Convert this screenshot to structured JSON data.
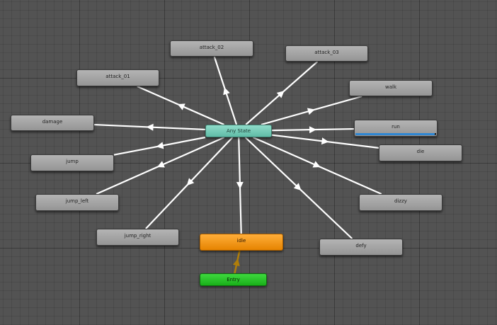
{
  "colors": {
    "transition": "#ffffff",
    "entry_transition": "#b07e0a",
    "progress": "#2f86d2"
  },
  "states": [
    {
      "id": "attack_02",
      "label": "attack_02",
      "kind": "normal"
    },
    {
      "id": "attack_03",
      "label": "attack_03",
      "kind": "normal"
    },
    {
      "id": "attack_01",
      "label": "attack_01",
      "kind": "normal"
    },
    {
      "id": "walk",
      "label": "walk",
      "kind": "normal"
    },
    {
      "id": "damage",
      "label": "damage",
      "kind": "normal"
    },
    {
      "id": "any_state",
      "label": "Any State",
      "kind": "any"
    },
    {
      "id": "run",
      "label": "run",
      "kind": "normal",
      "progress": 0.98
    },
    {
      "id": "die",
      "label": "die",
      "kind": "normal"
    },
    {
      "id": "jump",
      "label": "jump",
      "kind": "normal"
    },
    {
      "id": "jump_left",
      "label": "jump_left",
      "kind": "normal"
    },
    {
      "id": "dizzy",
      "label": "dizzy",
      "kind": "normal"
    },
    {
      "id": "jump_right",
      "label": "jump_right",
      "kind": "normal"
    },
    {
      "id": "idle",
      "label": "idle",
      "kind": "default"
    },
    {
      "id": "defy",
      "label": "defy",
      "kind": "normal"
    },
    {
      "id": "entry",
      "label": "Entry",
      "kind": "entry"
    }
  ],
  "transitions": [
    {
      "from": "any_state",
      "to": "attack_02"
    },
    {
      "from": "any_state",
      "to": "attack_03"
    },
    {
      "from": "any_state",
      "to": "attack_01"
    },
    {
      "from": "any_state",
      "to": "walk"
    },
    {
      "from": "any_state",
      "to": "damage"
    },
    {
      "from": "any_state",
      "to": "run"
    },
    {
      "from": "any_state",
      "to": "die"
    },
    {
      "from": "any_state",
      "to": "jump"
    },
    {
      "from": "any_state",
      "to": "jump_left"
    },
    {
      "from": "any_state",
      "to": "dizzy"
    },
    {
      "from": "any_state",
      "to": "jump_right"
    },
    {
      "from": "any_state",
      "to": "idle"
    },
    {
      "from": "any_state",
      "to": "defy"
    },
    {
      "from": "entry",
      "to": "idle"
    }
  ]
}
